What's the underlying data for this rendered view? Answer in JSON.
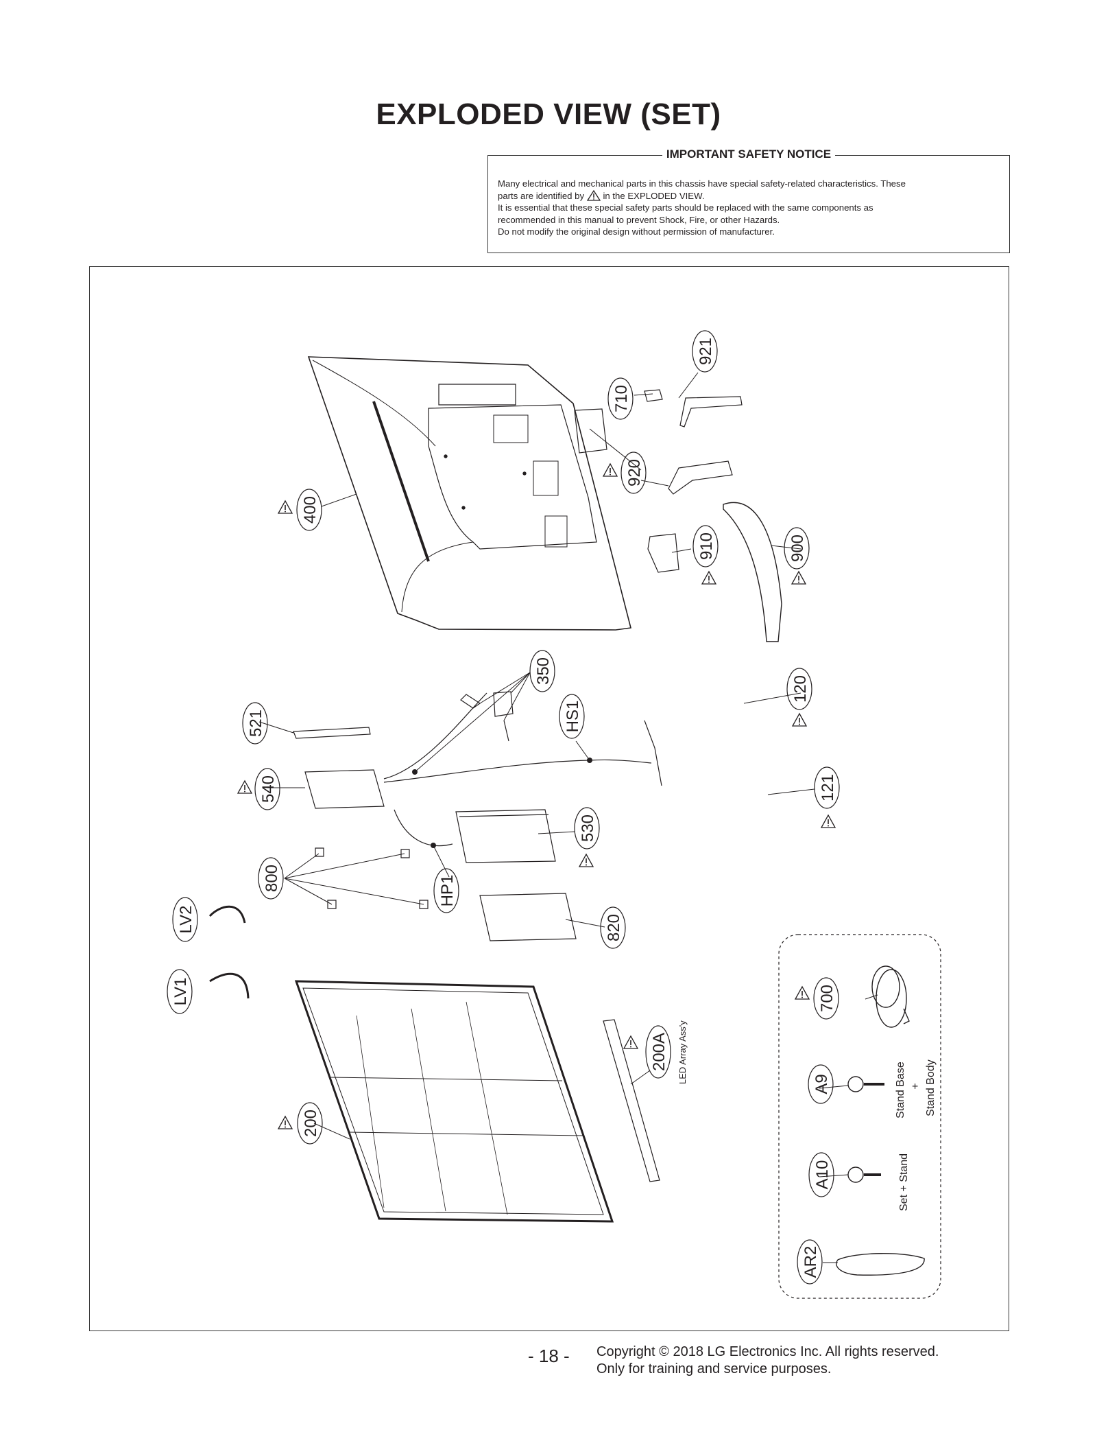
{
  "title": "EXPLODED VIEW (SET)",
  "notice": {
    "heading": "IMPORTANT SAFETY NOTICE",
    "line1": "Many electrical and mechanical parts in this chassis have special safety-related characteristics. These",
    "line2_pre": "parts are identified by",
    "line2_post": "in the EXPLODED VIEW.",
    "line3": "It is essential that these special safety parts should be replaced with the same components as",
    "line4": "recommended in this manual to prevent Shock, Fire, or other Hazards.",
    "line5": "Do not modify the original design without permission of manufacturer."
  },
  "labels": {
    "p400": "400",
    "p921": "921",
    "p710": "710",
    "p920": "920",
    "p910": "910",
    "p900": "900",
    "p350": "350",
    "pHS1": "HS1",
    "p521": "521",
    "p540": "540",
    "p530": "530",
    "p800": "800",
    "pHP1": "HP1",
    "p820": "820",
    "pLV2": "LV2",
    "pLV1": "LV1",
    "p120": "120",
    "p121": "121",
    "p200": "200",
    "p200A": "200A",
    "p700": "700",
    "pA9": "A9",
    "pA10": "A10",
    "pAR2": "AR2"
  },
  "annotations": {
    "led_array": "LED Array Ass'y",
    "stand_base": "Stand Base",
    "plus": "+",
    "stand_body": "Stand Body",
    "set_stand": "Set + Stand"
  },
  "footer": {
    "page": "- 18 -",
    "copyright": "Copyright © 2018 LG Electronics Inc. All rights reserved.",
    "purpose": "Only for training and service purposes."
  }
}
